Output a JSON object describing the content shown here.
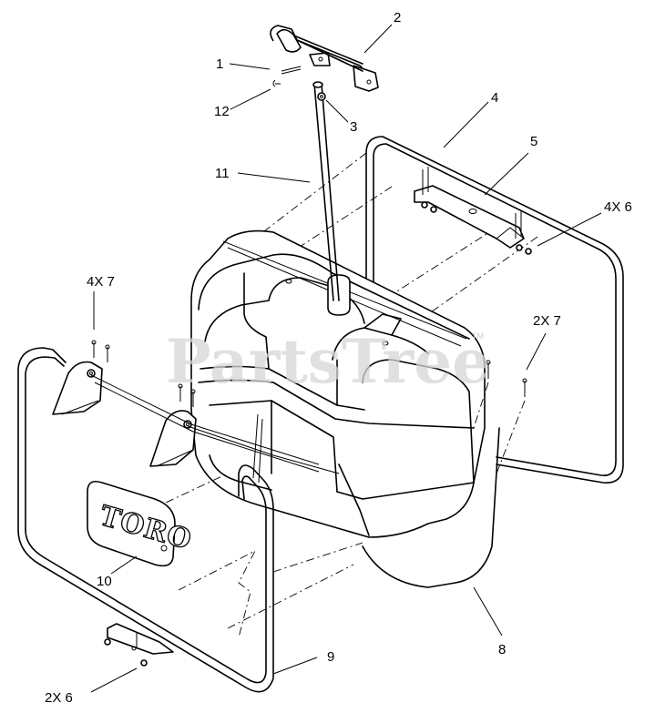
{
  "watermark": {
    "text": "PartsTree",
    "trademark": "TM"
  },
  "logo": {
    "text": "TORO"
  },
  "callouts": [
    {
      "id": "1",
      "label": "1"
    },
    {
      "id": "2",
      "label": "2"
    },
    {
      "id": "3",
      "label": "3"
    },
    {
      "id": "4",
      "label": "4"
    },
    {
      "id": "5",
      "label": "5"
    },
    {
      "id": "4x6",
      "label": "4X 6"
    },
    {
      "id": "4x7",
      "label": "4X 7"
    },
    {
      "id": "2x7",
      "label": "2X 7"
    },
    {
      "id": "8",
      "label": "8"
    },
    {
      "id": "9",
      "label": "9"
    },
    {
      "id": "10",
      "label": "10"
    },
    {
      "id": "11",
      "label": "11"
    },
    {
      "id": "12",
      "label": "12"
    },
    {
      "id": "2x6",
      "label": "2X 6"
    }
  ]
}
